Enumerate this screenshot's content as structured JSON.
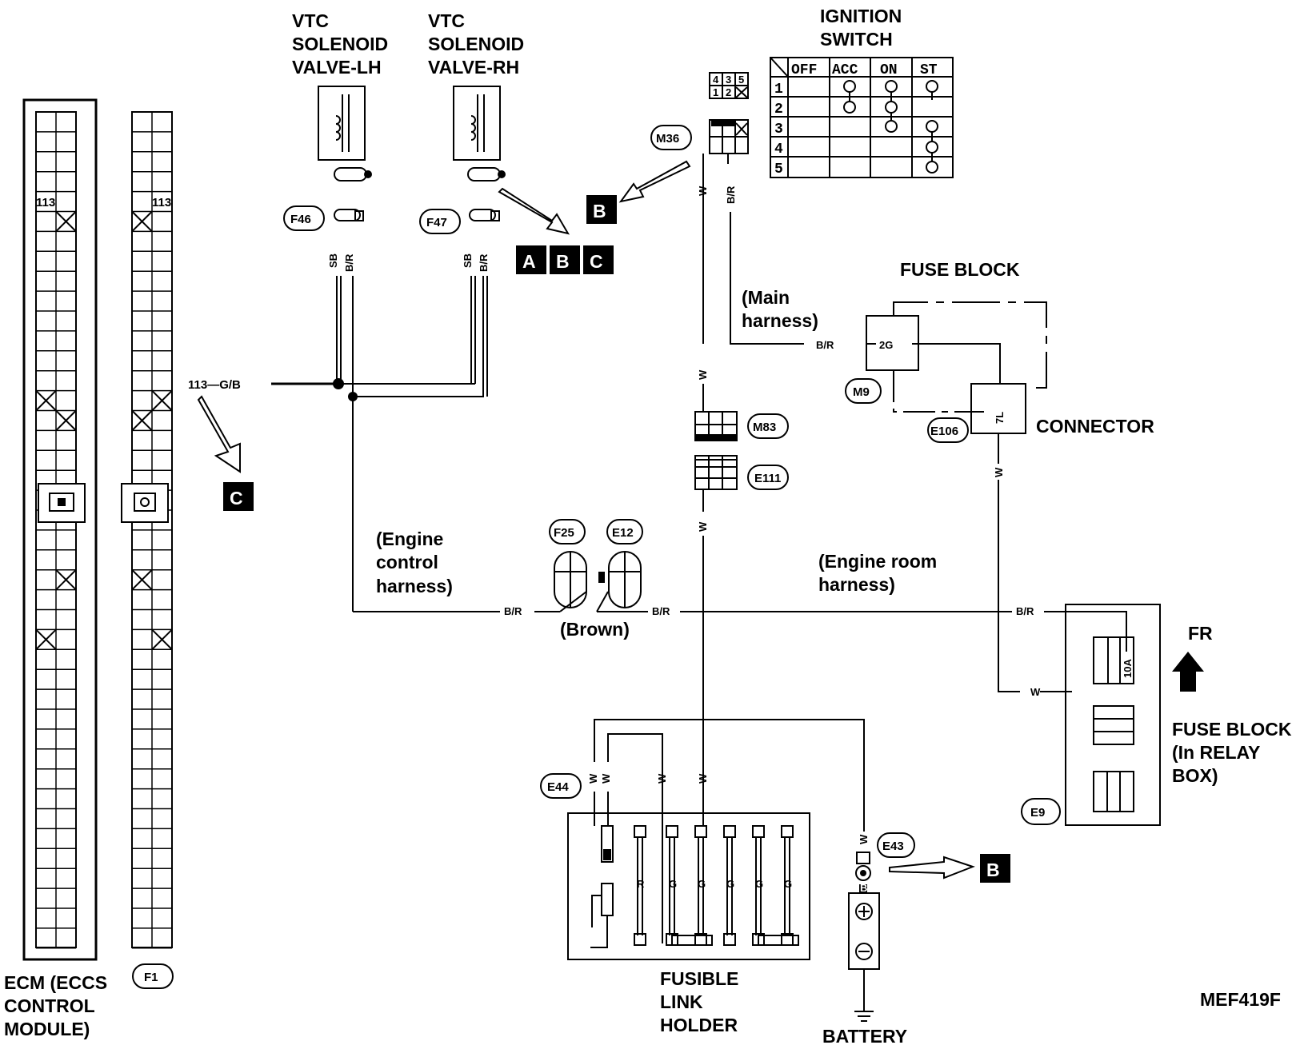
{
  "labels": {
    "vtc_lh": [
      "VTC",
      "SOLENOID",
      "VALVE-LH"
    ],
    "vtc_rh": [
      "VTC",
      "SOLENOID",
      "VALVE-RH"
    ],
    "ignition": [
      "IGNITION",
      "SWITCH"
    ],
    "fuse_block_top": "FUSE BLOCK",
    "main_harness": [
      "(Main",
      "harness)"
    ],
    "connector": "CONNECTOR",
    "engine_control_harness": [
      "(Engine",
      "control",
      "harness)"
    ],
    "engine_room_harness": [
      "(Engine room",
      "harness)"
    ],
    "brown": "(Brown)",
    "fr": "FR",
    "fuse_block_relay": [
      "FUSE BLOCK",
      "(In RELAY",
      "BOX)"
    ],
    "ecm": [
      "ECM (ECCS",
      "CONTROL",
      "MODULE)"
    ],
    "fusible_link": [
      "FUSIBLE",
      "LINK",
      "HOLDER"
    ],
    "battery": "BATTERY",
    "code": "MEF419F"
  },
  "connectors": {
    "f46": "F46",
    "f47": "F47",
    "m36": "M36",
    "m9": "M9",
    "e106": "E106",
    "m83": "M83",
    "e111": "E111",
    "f25": "F25",
    "e12": "E12",
    "e44": "E44",
    "e43": "E43",
    "e9": "E9",
    "f1": "F1"
  },
  "refs": {
    "a": "A",
    "b": "B",
    "c": "C"
  },
  "pins": {
    "p113": "113",
    "fuse_2g": "2G",
    "fuse_10a": "10A",
    "fuse_7l": "7L"
  },
  "wires": {
    "gb_line": "113—G/B",
    "sb": "SB",
    "br": "B/R",
    "w": "W",
    "r": "R",
    "g": "G",
    "b": "B"
  },
  "switch_table": {
    "pin_grid": [
      "4",
      "3",
      "5",
      "1",
      "2"
    ],
    "headers": [
      "OFF",
      "ACC",
      "ON",
      "ST"
    ],
    "rows": [
      "1",
      "2",
      "3",
      "4",
      "5"
    ]
  }
}
